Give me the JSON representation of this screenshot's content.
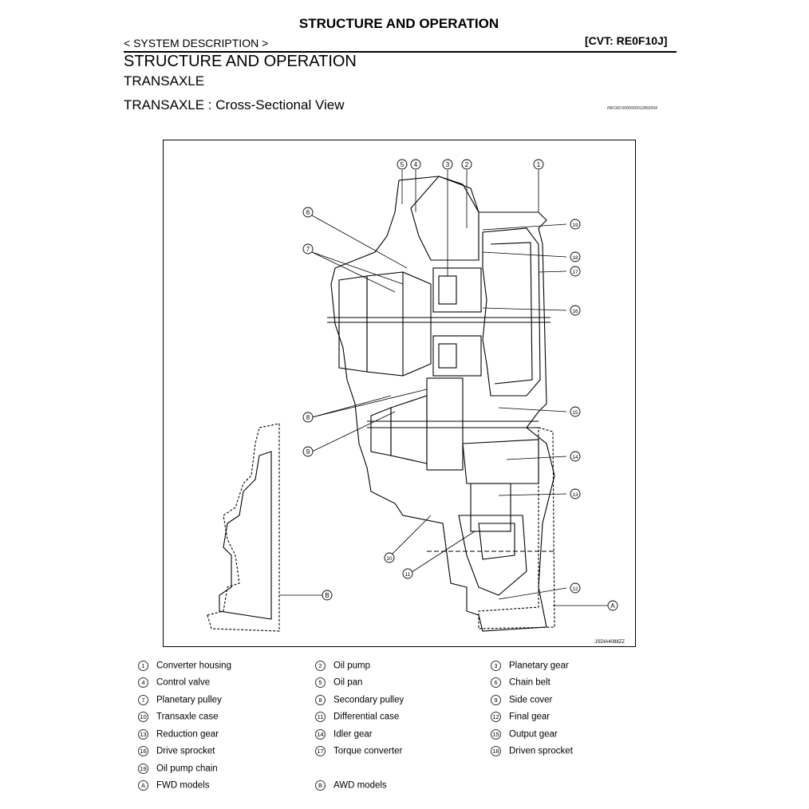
{
  "header": {
    "title": "STRUCTURE AND OPERATION",
    "system_description": "< SYSTEM DESCRIPTION >",
    "model_code": "[CVT: RE0F10J]",
    "heading": "STRUCTURE AND OPERATION",
    "subheading": "TRANSAXLE",
    "section_title": "TRANSAXLE : Cross-Sectional View",
    "info_id": "INFOID:0000000012892654"
  },
  "diagram": {
    "figure_code": "JSDIA4088ZZ",
    "callouts": [
      "1",
      "2",
      "3",
      "4",
      "5",
      "6",
      "7",
      "8",
      "9",
      "10",
      "11",
      "12",
      "13",
      "14",
      "15",
      "16",
      "17",
      "18",
      "19",
      "A",
      "B"
    ]
  },
  "legend": [
    {
      "mark": "1",
      "label": "Converter housing"
    },
    {
      "mark": "2",
      "label": "Oil pump"
    },
    {
      "mark": "3",
      "label": "Planetary gear"
    },
    {
      "mark": "4",
      "label": "Control valve"
    },
    {
      "mark": "5",
      "label": "Oil pan"
    },
    {
      "mark": "6",
      "label": "Chain belt"
    },
    {
      "mark": "7",
      "label": "Planetary pulley"
    },
    {
      "mark": "8",
      "label": "Secondary pulley"
    },
    {
      "mark": "9",
      "label": "Side cover"
    },
    {
      "mark": "10",
      "label": "Transaxle case"
    },
    {
      "mark": "11",
      "label": "Differential case"
    },
    {
      "mark": "12",
      "label": "Final gear"
    },
    {
      "mark": "13",
      "label": "Reduction gear"
    },
    {
      "mark": "14",
      "label": "Idler gear"
    },
    {
      "mark": "15",
      "label": "Output gear"
    },
    {
      "mark": "16",
      "label": "Drive sprocket"
    },
    {
      "mark": "17",
      "label": "Torque converter"
    },
    {
      "mark": "18",
      "label": "Driven sprocket"
    },
    {
      "mark": "19",
      "label": "Oil pump chain"
    },
    {
      "mark": "A",
      "label": "FWD models"
    },
    {
      "mark": "B",
      "label": "AWD models"
    }
  ]
}
